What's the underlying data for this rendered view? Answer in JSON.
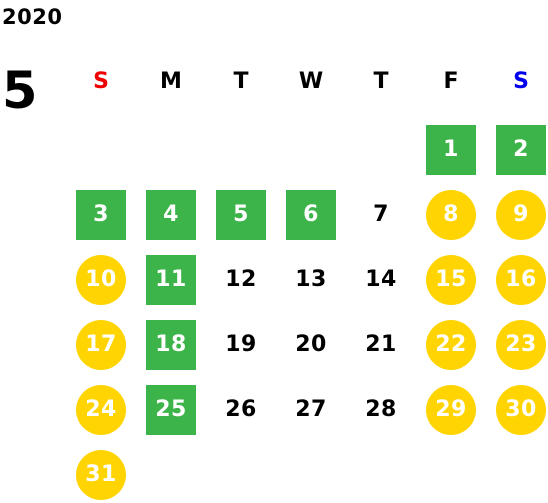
{
  "calendar": {
    "year": "2020",
    "month": "5",
    "weekdays": [
      {
        "label": "S",
        "color": "#ee0000"
      },
      {
        "label": "M",
        "color": "#000000"
      },
      {
        "label": "T",
        "color": "#000000"
      },
      {
        "label": "W",
        "color": "#000000"
      },
      {
        "label": "T",
        "color": "#000000"
      },
      {
        "label": "F",
        "color": "#000000"
      },
      {
        "label": "S",
        "color": "#0000ee"
      }
    ],
    "colors": {
      "green": "#3cb44a",
      "yellow": "#ffd400"
    },
    "weeks": [
      [
        null,
        null,
        null,
        null,
        null,
        {
          "n": "1",
          "style": "green"
        },
        {
          "n": "2",
          "style": "green"
        }
      ],
      [
        {
          "n": "3",
          "style": "green"
        },
        {
          "n": "4",
          "style": "green"
        },
        {
          "n": "5",
          "style": "green"
        },
        {
          "n": "6",
          "style": "green"
        },
        {
          "n": "7",
          "style": "plain"
        },
        {
          "n": "8",
          "style": "yellow"
        },
        {
          "n": "9",
          "style": "yellow"
        }
      ],
      [
        {
          "n": "10",
          "style": "yellow"
        },
        {
          "n": "11",
          "style": "green"
        },
        {
          "n": "12",
          "style": "plain"
        },
        {
          "n": "13",
          "style": "plain"
        },
        {
          "n": "14",
          "style": "plain"
        },
        {
          "n": "15",
          "style": "yellow"
        },
        {
          "n": "16",
          "style": "yellow"
        }
      ],
      [
        {
          "n": "17",
          "style": "yellow"
        },
        {
          "n": "18",
          "style": "green"
        },
        {
          "n": "19",
          "style": "plain"
        },
        {
          "n": "20",
          "style": "plain"
        },
        {
          "n": "21",
          "style": "plain"
        },
        {
          "n": "22",
          "style": "yellow"
        },
        {
          "n": "23",
          "style": "yellow"
        }
      ],
      [
        {
          "n": "24",
          "style": "yellow"
        },
        {
          "n": "25",
          "style": "green"
        },
        {
          "n": "26",
          "style": "plain"
        },
        {
          "n": "27",
          "style": "plain"
        },
        {
          "n": "28",
          "style": "plain"
        },
        {
          "n": "29",
          "style": "yellow"
        },
        {
          "n": "30",
          "style": "yellow"
        }
      ],
      [
        {
          "n": "31",
          "style": "yellow"
        },
        null,
        null,
        null,
        null,
        null,
        null
      ]
    ]
  }
}
